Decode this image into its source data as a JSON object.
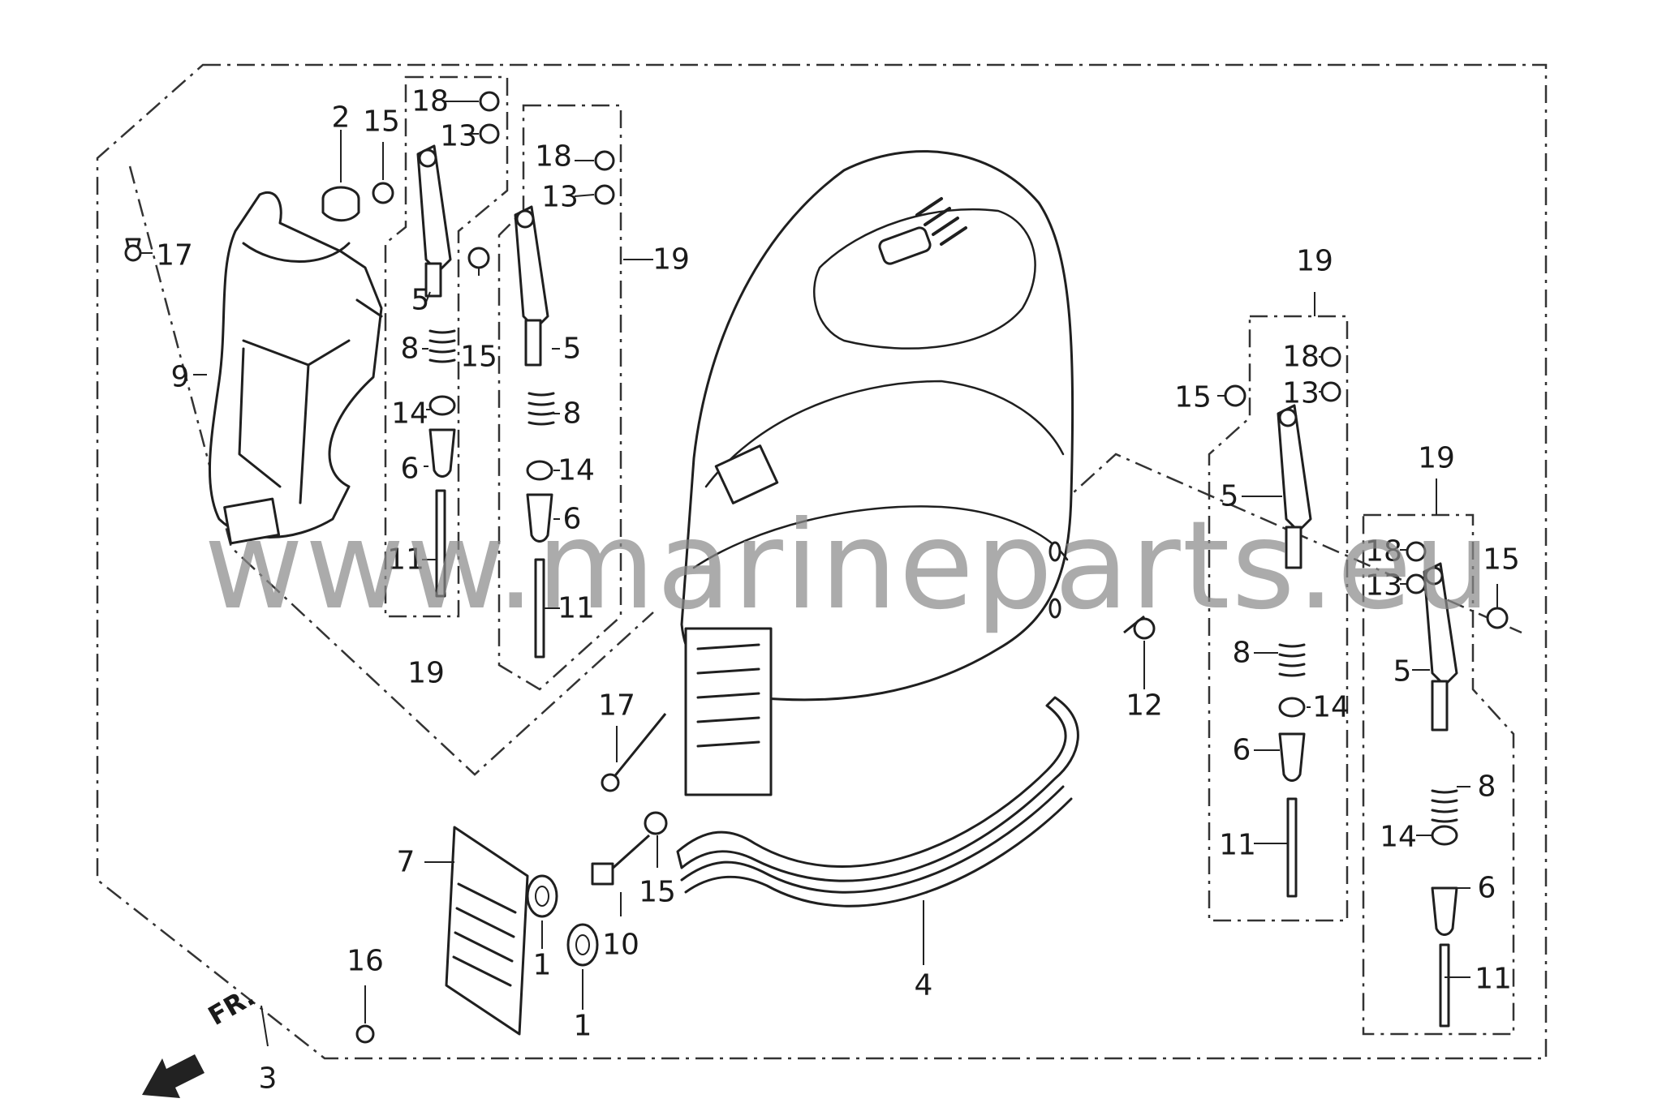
{
  "diagram": {
    "watermark": "www.marineparts.eu",
    "front_arrow": "FR.",
    "callouts": [
      {
        "id": "c2",
        "label": "2"
      },
      {
        "id": "c15a",
        "label": "15"
      },
      {
        "id": "c18a",
        "label": "18"
      },
      {
        "id": "c13a",
        "label": "13"
      },
      {
        "id": "c17a",
        "label": "17"
      },
      {
        "id": "c9",
        "label": "9"
      },
      {
        "id": "c5a",
        "label": "5"
      },
      {
        "id": "c8a",
        "label": "8"
      },
      {
        "id": "c14a",
        "label": "14"
      },
      {
        "id": "c6a",
        "label": "6"
      },
      {
        "id": "c11a",
        "label": "11"
      },
      {
        "id": "c19a",
        "label": "19"
      },
      {
        "id": "c15b",
        "label": "15"
      },
      {
        "id": "c18b",
        "label": "18"
      },
      {
        "id": "c13b",
        "label": "13"
      },
      {
        "id": "c19b",
        "label": "19"
      },
      {
        "id": "c5b",
        "label": "5"
      },
      {
        "id": "c8b",
        "label": "8"
      },
      {
        "id": "c14b",
        "label": "14"
      },
      {
        "id": "c6b",
        "label": "6"
      },
      {
        "id": "c11b",
        "label": "11"
      },
      {
        "id": "c17b",
        "label": "17"
      },
      {
        "id": "c7",
        "label": "7"
      },
      {
        "id": "c16",
        "label": "16"
      },
      {
        "id": "c1a",
        "label": "1"
      },
      {
        "id": "c1b",
        "label": "1"
      },
      {
        "id": "c10",
        "label": "10"
      },
      {
        "id": "c15c",
        "label": "15"
      },
      {
        "id": "c4",
        "label": "4"
      },
      {
        "id": "c12",
        "label": "12"
      },
      {
        "id": "c3",
        "label": "3"
      },
      {
        "id": "c19c",
        "label": "19"
      },
      {
        "id": "c15d",
        "label": "15"
      },
      {
        "id": "c18c",
        "label": "18"
      },
      {
        "id": "c13c",
        "label": "13"
      },
      {
        "id": "c5c",
        "label": "5"
      },
      {
        "id": "c8c",
        "label": "8"
      },
      {
        "id": "c14c",
        "label": "14"
      },
      {
        "id": "c6c",
        "label": "6"
      },
      {
        "id": "c11c",
        "label": "11"
      },
      {
        "id": "c19d",
        "label": "19"
      },
      {
        "id": "c18d",
        "label": "18"
      },
      {
        "id": "c13d",
        "label": "13"
      },
      {
        "id": "c15e",
        "label": "15"
      },
      {
        "id": "c5d",
        "label": "5"
      },
      {
        "id": "c8d",
        "label": "8"
      },
      {
        "id": "c14d",
        "label": "14"
      },
      {
        "id": "c6d",
        "label": "6"
      },
      {
        "id": "c11d",
        "label": "11"
      }
    ]
  }
}
